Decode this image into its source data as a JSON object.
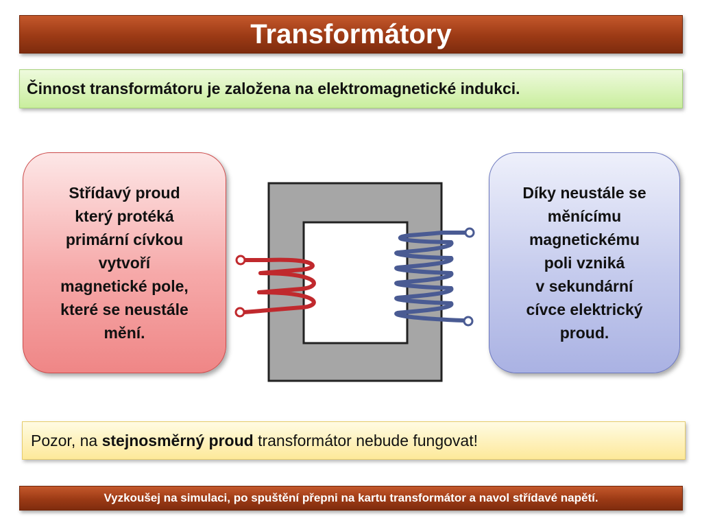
{
  "header": {
    "title": "Transformátory"
  },
  "intro": {
    "text": "Činnost transformátoru je založena na elektromagnetické indukci."
  },
  "left_bubble": {
    "text": "Střídavý proud\nkterý protéká\nprimární cívkou\nvytvoří\nmagnetické pole,\nkteré se neustále\nmění."
  },
  "right_bubble": {
    "text": "Díky neustále se\nměnícímu\nmagnetickému\npoli vzniká\nv sekundární\ncívce elektrický\nproud."
  },
  "warning": {
    "prefix": "Pozor, na ",
    "bold": "stejnosměrný proud",
    "suffix": " transformátor nebude fungovat!"
  },
  "footer": {
    "text": "Vyzkoušej na simulaci, po spuštění přepni na kartu transformátor a navol střídavé napětí."
  },
  "colors": {
    "title_bar": "#9c3a15",
    "intro_bg": "#d6f2b2",
    "left_bubble_bg": "#f6a9a9",
    "right_bubble_bg": "#c5cbed",
    "warning_bg": "#fde99a",
    "core": "#a6a6a6",
    "primary_coil": "#c0292d",
    "secondary_coil": "#4a5b93"
  }
}
